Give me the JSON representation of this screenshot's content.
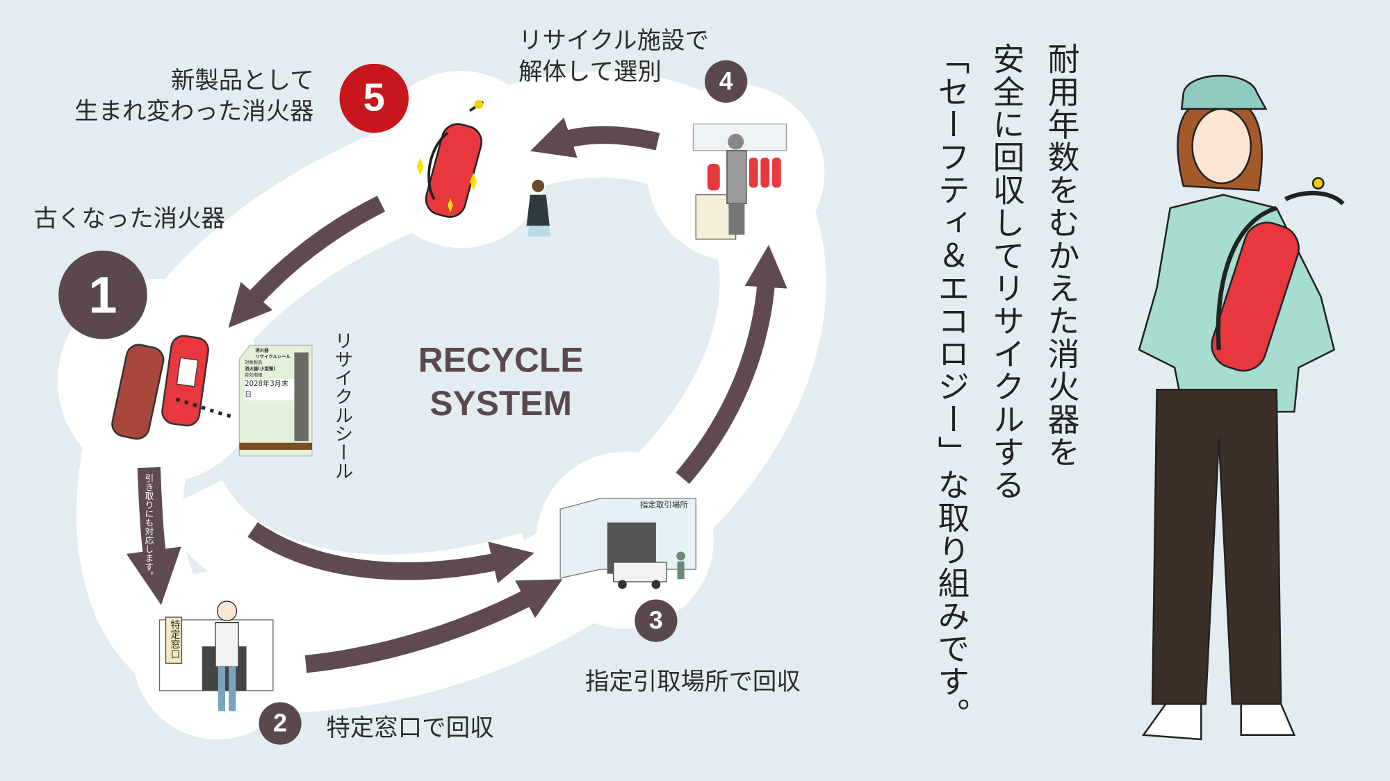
{
  "colors": {
    "background": "#e3edf1",
    "arrow": "#5e4a50",
    "step_dark": "#5a484e",
    "step_new": "#c8161d",
    "extinguisher": "#e8383d"
  },
  "title": {
    "line1": "RECYCLE",
    "line2": "SYSTEM"
  },
  "steps": [
    {
      "number": "1",
      "label_lines": [
        "古くなった消火器"
      ]
    },
    {
      "number": "2",
      "label_lines": [
        "特定窓口で回収"
      ]
    },
    {
      "number": "3",
      "label_lines": [
        "指定引取場所で回収"
      ]
    },
    {
      "number": "4",
      "label_lines": [
        "リサイクル施設で",
        "解体して選別"
      ]
    },
    {
      "number": "5",
      "label_lines": [
        "新製品として",
        "生まれ変わった消火器"
      ]
    }
  ],
  "seal": {
    "caption": "リサイクルシール",
    "heading1": "消火器",
    "heading2": "リサイクルシール",
    "target_label": "対象製品",
    "product": "消火器(小型類)",
    "valid_label": "有効期限",
    "expiry": "2028年3月末日"
  },
  "arrow_note": "引き取りにも対応します。",
  "window_sign": "特定窓口",
  "warehouse_sign": "指定取引場所",
  "headline": {
    "col1": "耐用年数をむかえた消火器を",
    "col2": "安全に回収してリサイクルする",
    "col3": "「セーフティ＆エコロジー」な取り組みです。"
  }
}
